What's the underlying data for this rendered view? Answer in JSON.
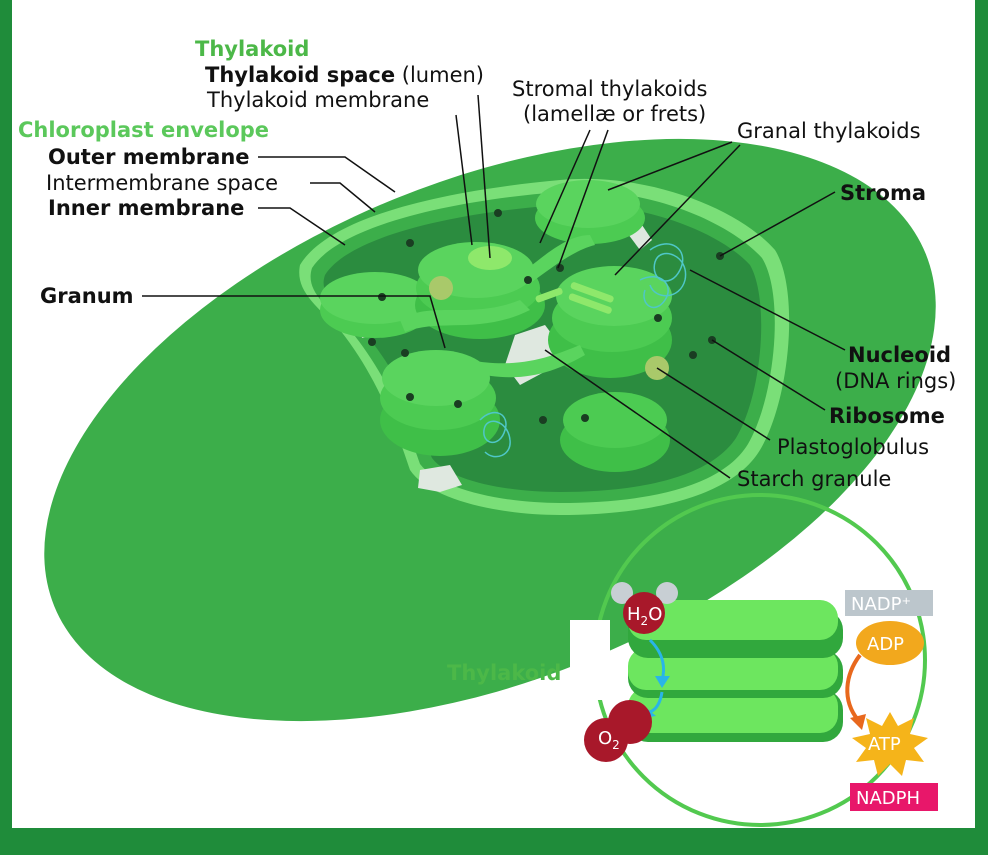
{
  "colors": {
    "frame": "#1f8c3a",
    "outer_body": "#3cae4a",
    "envelope": "#6fd26f",
    "stroma": "#2b8c3f",
    "granum": "#4ccb52",
    "label_green": "#4cb848",
    "label_light_green": "#5bc85b",
    "water_red": "#a8182a",
    "adp_orange": "#f2a81d",
    "nadp_gray": "#bcc6cc",
    "nadph_pink": "#e8176a"
  },
  "labels": {
    "thylakoid_heading": "Thylakoid",
    "thylakoid_space_bold": "Thylakoid space",
    "thylakoid_space_rest": " (lumen)",
    "thylakoid_membrane": "Thylakoid membrane",
    "envelope_heading": "Chloroplast envelope",
    "outer_membrane": "Outer membrane",
    "intermembrane_space": "Intermembrane space",
    "inner_membrane": "Inner membrane",
    "granum": "Granum",
    "stromal_thylakoids": "Stromal thylakoids",
    "stromal_thylakoids_sub": "(lamellæ or frets)",
    "granal_thylakoids": "Granal thylakoids",
    "stroma": "Stroma",
    "nucleoid": "Nucleoid",
    "nucleoid_sub": "(DNA rings)",
    "ribosome": "Ribosome",
    "plastoglobulus": "Plastoglobulus",
    "starch_granule": "Starch granule"
  },
  "inset": {
    "title": "Thylakoid",
    "h2o_main": "H",
    "h2o_sub": "2",
    "h2o_tail": "O",
    "o2_main": "O",
    "o2_sub": "2",
    "nadp_plus": "NADP⁺",
    "adp": "ADP",
    "atp": "ATP",
    "nadph": "NADPH"
  }
}
